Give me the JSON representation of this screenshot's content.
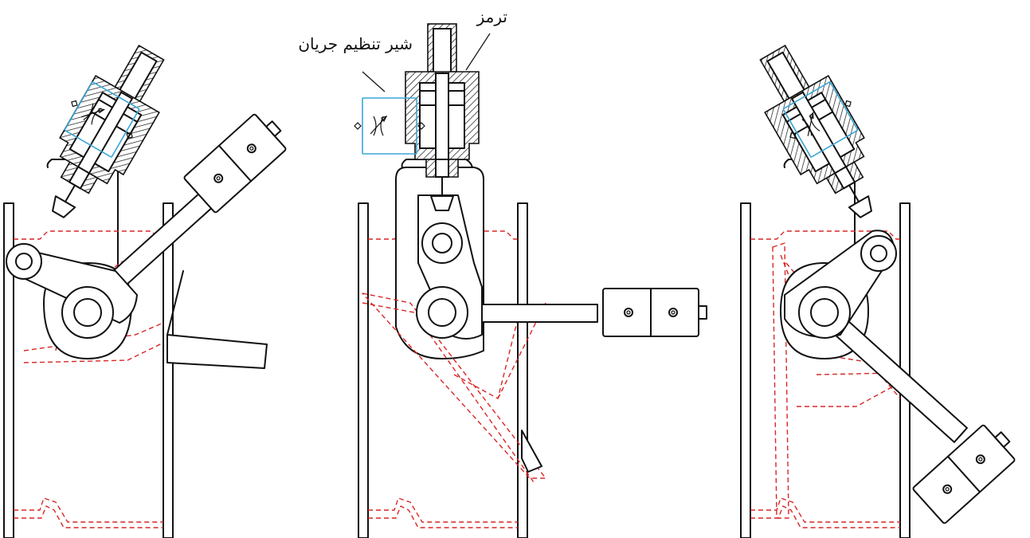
{
  "labels": {
    "brake": "ترمز",
    "flow_valve": "شیر تنظیم جریان"
  },
  "colors": {
    "outline": "#111111",
    "hidden_lines": "#d92626",
    "valve_symbol": "#3aa6d6",
    "background": "#ffffff"
  },
  "views": [
    {
      "name": "left",
      "arm": "tilted-up"
    },
    {
      "name": "center",
      "arm": "horizontal"
    },
    {
      "name": "right",
      "arm": "tilted-down"
    }
  ]
}
